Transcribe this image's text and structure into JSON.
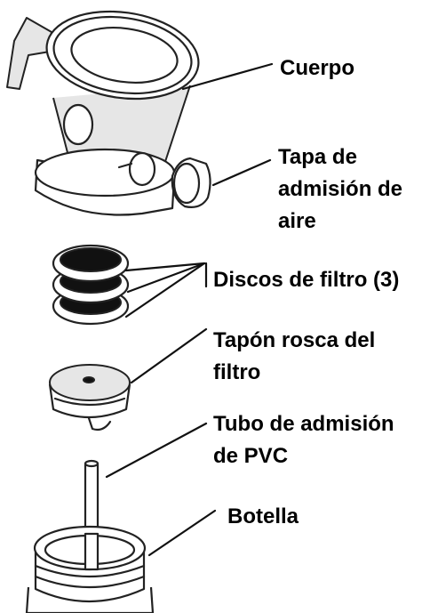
{
  "labels": {
    "body": "Cuerpo",
    "air_cap_1": "Tapa de",
    "air_cap_2": "admisión de",
    "air_cap_3": "aire",
    "filter_discs": "Discos de filtro (3)",
    "filter_plug_1": "Tapón rosca del",
    "filter_plug_2": "filtro",
    "inlet_tube_1": "Tubo de admisión",
    "inlet_tube_2": "de PVC",
    "bottle": "Botella"
  }
}
